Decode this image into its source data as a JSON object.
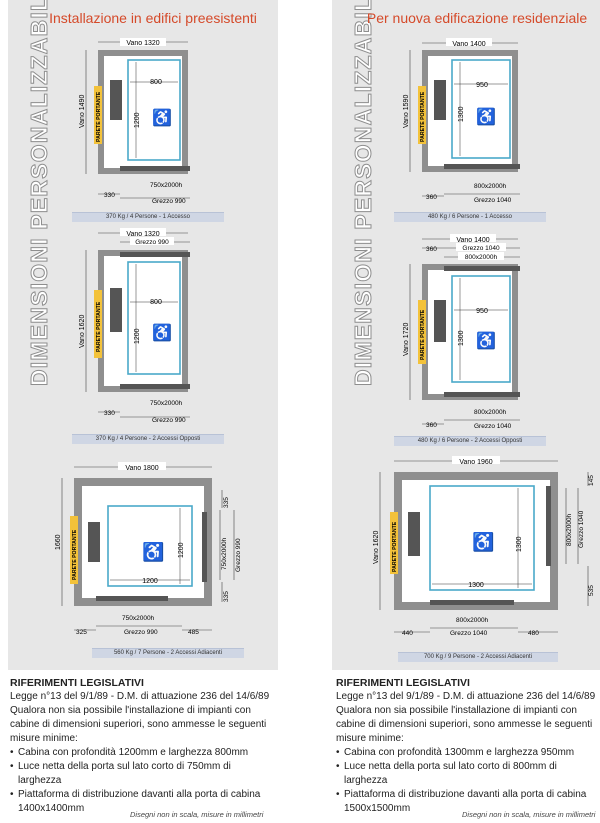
{
  "vertical_title": "DIMENSIONI PERSONALIZZABILI",
  "wall_label": "PARETE PORTANTE",
  "left": {
    "title": "Installazione in edifici preesistenti",
    "plans": [
      {
        "vano_w": "Vano 1320",
        "vano_h": "Vano 1490",
        "cab_w": "800",
        "cab_d": "1200",
        "door": "750x2000h",
        "grezzo": "Grezzo 990",
        "side": "330",
        "caption": "370 Kg / 4 Persone - 1 Accesso"
      },
      {
        "vano_w": "Vano 1320",
        "grezzo_top": "Grezzo 990",
        "vano_h": "Vano 1620",
        "cab_w": "800",
        "cab_d": "1200",
        "door": "750x2000h",
        "grezzo": "Grezzo 990",
        "side": "330",
        "caption": "370 Kg / 4 Persone - 2 Accessi Opposti"
      },
      {
        "vano_w": "Vano 1800",
        "vano_h": "1660",
        "cab_w": "1200",
        "cab_d": "1200",
        "door": "750x2000h",
        "door_side": "750x2000h",
        "grezzo_side": "Grezzo 990",
        "dim_a": "335",
        "dim_b": "335",
        "grezzo": "Grezzo 990",
        "side": "325",
        "side_r": "485",
        "caption": "560 Kg / 7 Persone - 2 Accessi Adiacenti"
      }
    ],
    "rif_title": "RIFERIMENTI LEGISLATIVI",
    "rif_text": "Legge n°13 del 9/1/89 - D.M. di attuazione 236 del 14/6/89",
    "rif_body": "Qualora non sia possibile l'installazione di impianti con cabine di dimensioni superiori, sono ammesse le seguenti misure minime:",
    "items": [
      "Cabina con profondità 1200mm e larghezza 800mm",
      "Luce netta della porta sul lato corto di 750mm di larghezza",
      "Piattaforma di distribuzione davanti alla porta di cabina 1400x1400mm"
    ],
    "note": "Disegni non in scala, misure in millimetri"
  },
  "right": {
    "title": "Per nuova edificazione residenziale",
    "plans": [
      {
        "vano_w": "Vano 1400",
        "vano_h": "Vano 1590",
        "cab_w": "950",
        "cab_d": "1300",
        "door": "800x2000h",
        "grezzo": "Grezzo 1040",
        "side": "360",
        "caption": "480 Kg / 6 Persone - 1 Accesso"
      },
      {
        "vano_w": "Vano 1400",
        "grezzo_top": "Grezzo 1040",
        "door_top": "800x2000h",
        "side_top": "360",
        "vano_h": "Vano 1720",
        "cab_w": "950",
        "cab_d": "1300",
        "door": "800x2000h",
        "grezzo": "Grezzo 1040",
        "side": "360",
        "caption": "480 Kg / 6 Persone - 2 Accessi Opposti"
      },
      {
        "vano_w": "Vano 1960",
        "vano_h": "Vano 1620",
        "cab_w": "1300",
        "cab_d": "1300",
        "door": "800x2000h",
        "door_side": "800x2000h",
        "grezzo_side": "Grezzo 1040",
        "dim_a": "145",
        "dim_b": "535",
        "grezzo": "Grezzo 1040",
        "side": "440",
        "side_r": "480",
        "caption": "700 Kg / 9 Persone - 2 Accessi Adiacenti"
      }
    ],
    "rif_title": "RIFERIMENTI LEGISLATIVI",
    "rif_text": "Legge n°13 del 9/1/89 - D.M. di attuazione 236 del 14/6/89",
    "rif_body": "Qualora non sia possibile l'installazione di impianti con cabine di dimensioni superiori, sono ammesse le seguenti misure minime:",
    "items": [
      "Cabina con profondità 1300mm e larghezza 950mm",
      "Luce netta della porta sul lato corto di 800mm di larghezza",
      "Piattaforma di distribuzione davanti alla porta di cabina 1500x1500mm"
    ],
    "note": "Disegni non in scala, misure in millimetri"
  },
  "colors": {
    "accent_title": "#d54a2a",
    "wall": "#9a9a9a",
    "cabin": "#4aa9c9",
    "label_bg": "#f3c23a"
  }
}
